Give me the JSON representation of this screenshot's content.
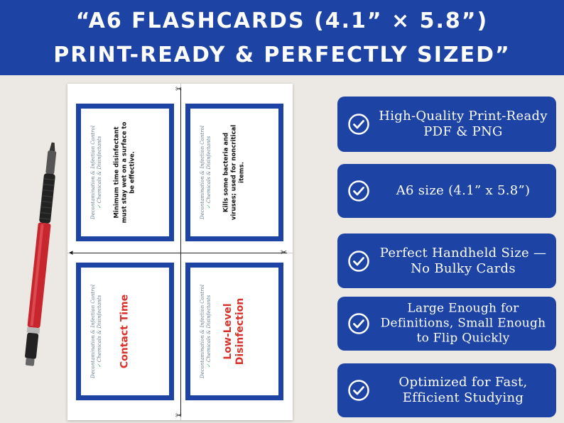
{
  "header": {
    "line1": "“A6 FLASHCARDS (4.1” × 5.8”)",
    "line2": "PRINT-READY & PERFECTLY SIZED”"
  },
  "colors": {
    "brand_blue": "#1d43a4",
    "term_red": "#d9322b",
    "background": "#ece9e4"
  },
  "sheet": {
    "cards": [
      {
        "category_line1": "Decontamination & Infection Control",
        "category_line2": "Chemicals & Disinfectants",
        "definition": "Minimum time disinfectant must stay wet on a surface to be effective."
      },
      {
        "category_line1": "Decontamination & Infection Control",
        "category_line2": "Chemicals & Disinfectants",
        "definition": "Kills some bacteria and viruses; used for noncritical items."
      },
      {
        "category_line1": "Decontamination & Infection Control",
        "category_line2": "Chemicals & Disinfectants",
        "term": "Contact Time"
      },
      {
        "category_line1": "Decontamination & Infection Control",
        "category_line2": "Chemicals & Disinfectants",
        "term": "Low-Level Disinfection"
      }
    ]
  },
  "features": [
    {
      "text": "High-Quality Print-Ready PDF & PNG",
      "icon": "check-circle-icon"
    },
    {
      "text": "A6 size (4.1” x 5.8”)",
      "icon": "check-circle-icon"
    },
    {
      "text": "Perfect Handheld Size — No Bulky Cards",
      "icon": "check-circle-icon"
    },
    {
      "text": "Large Enough for Definitions, Small Enough to Flip Quickly",
      "icon": "check-circle-icon"
    },
    {
      "text": "Optimized for Fast, Efficient Studying",
      "icon": "check-circle-icon"
    }
  ]
}
